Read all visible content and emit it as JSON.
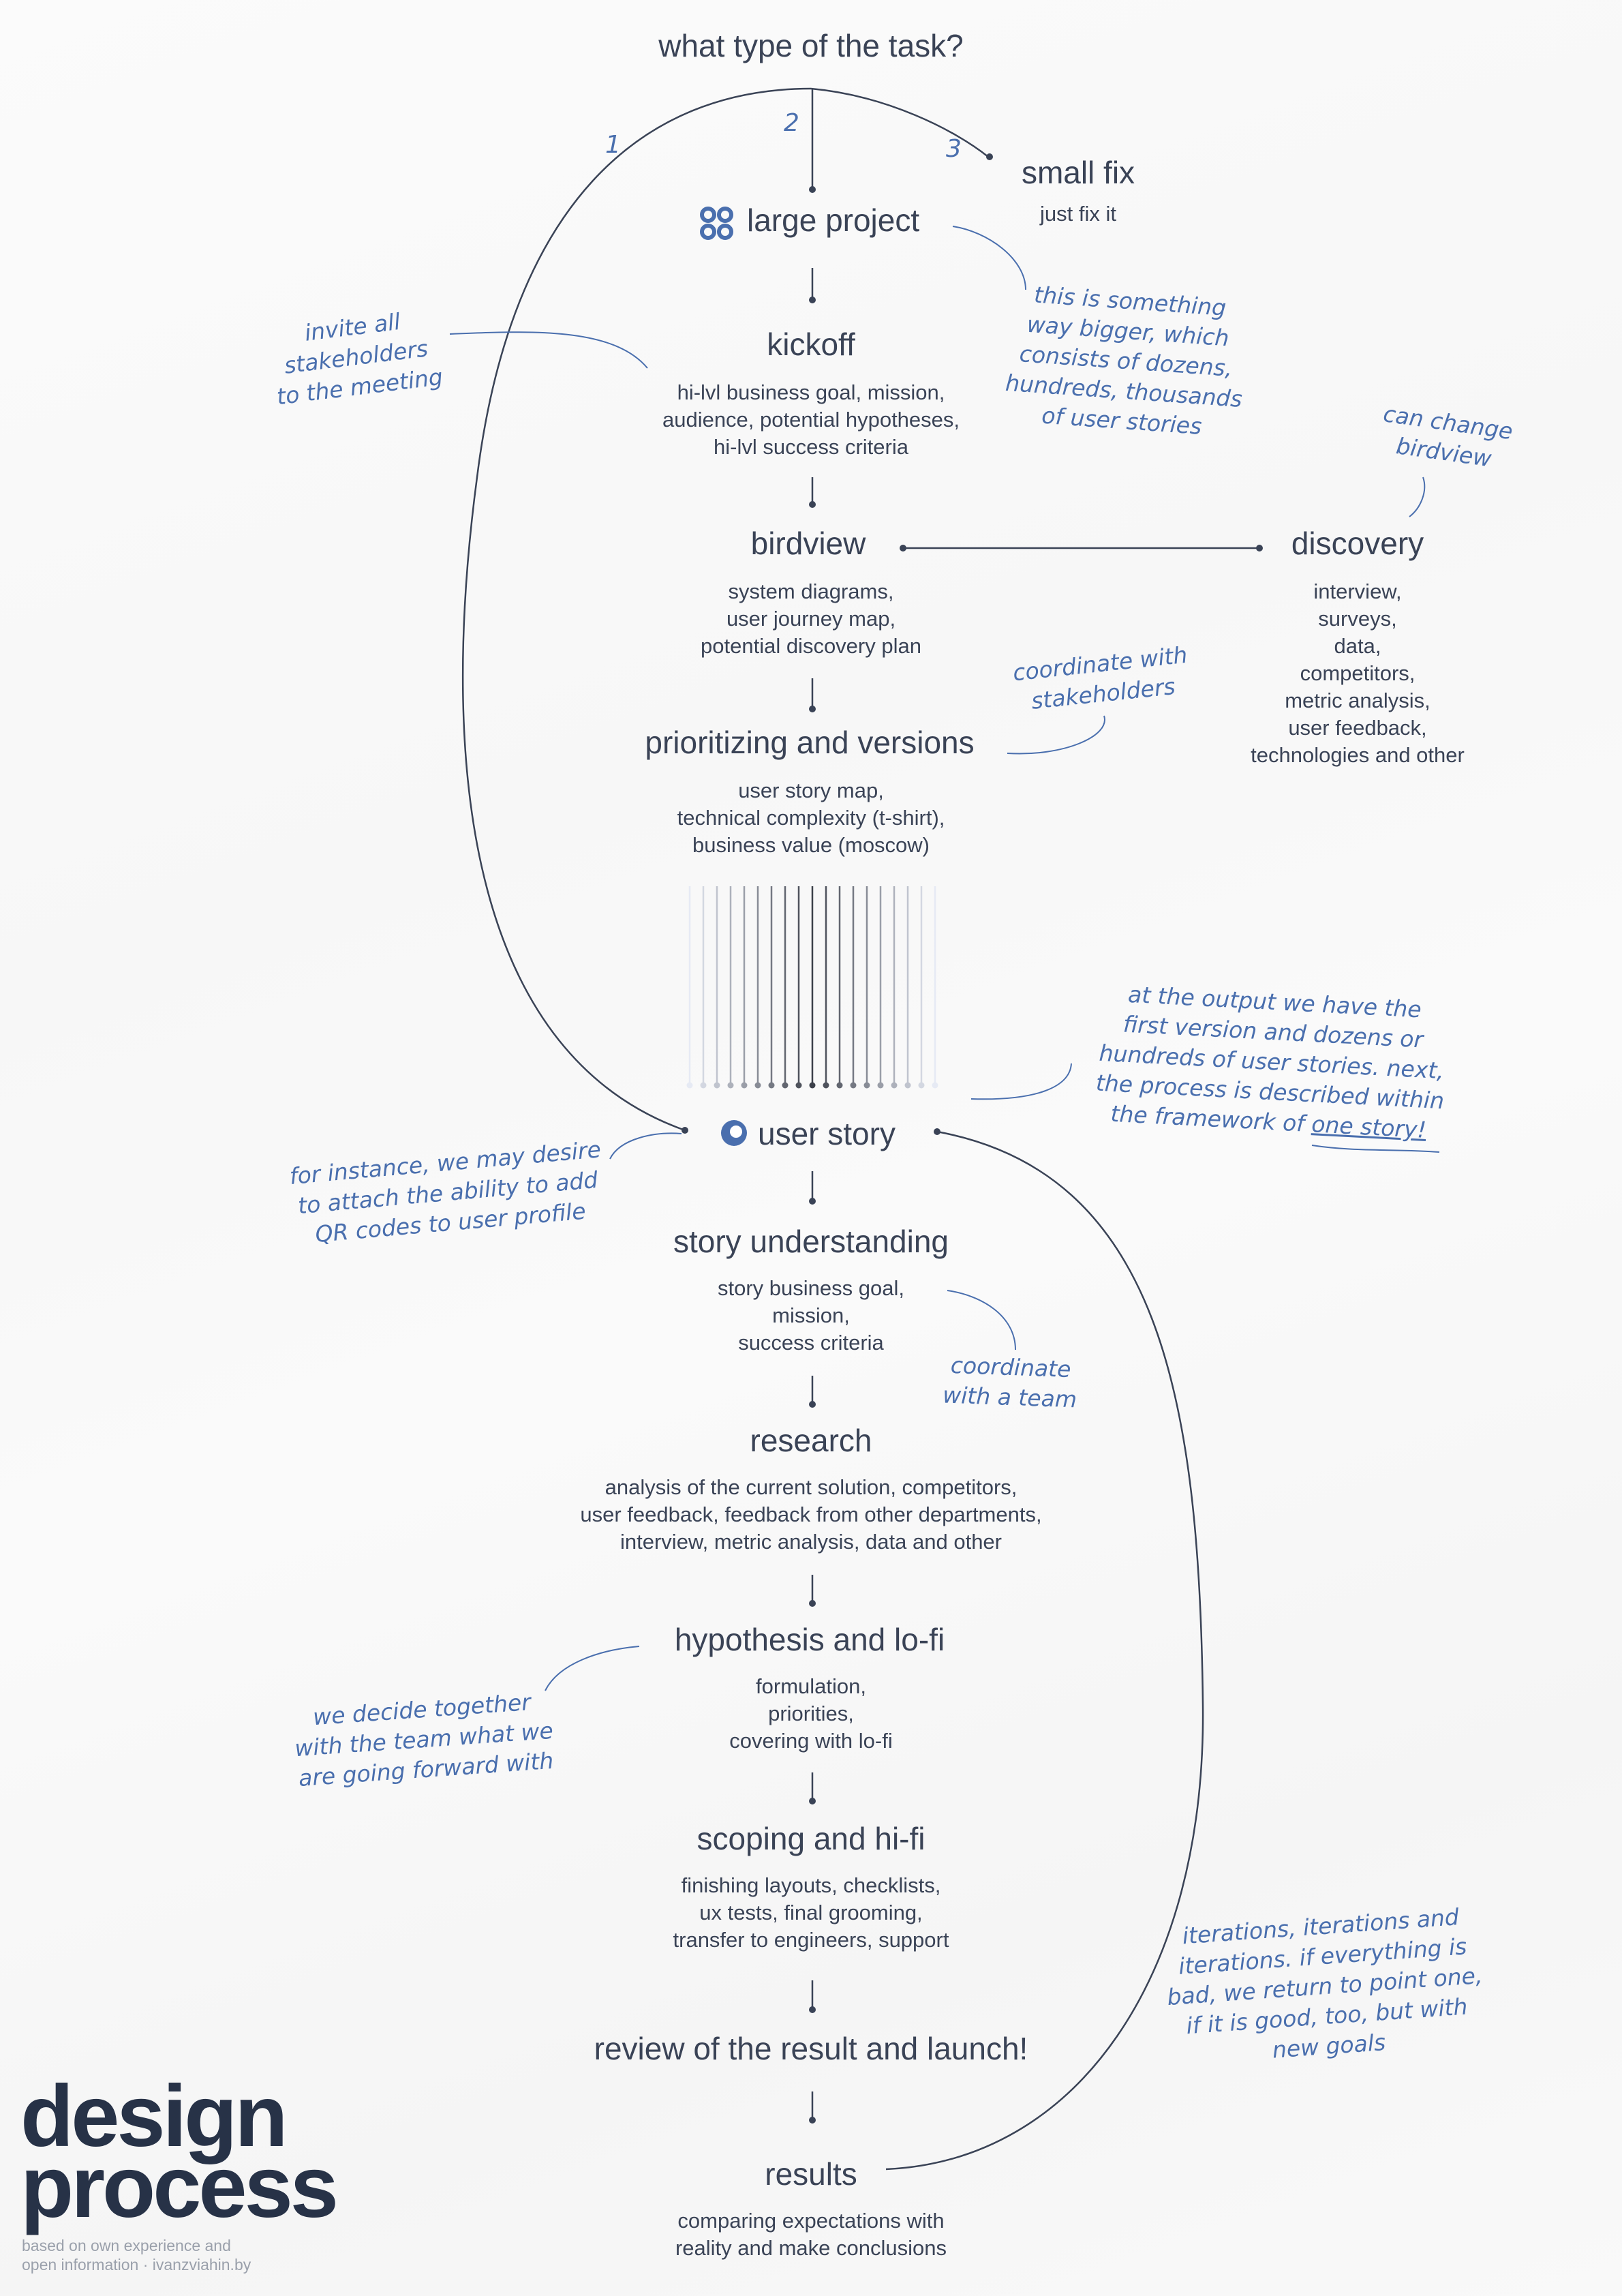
{
  "question": "what type of the task?",
  "branch_numbers": [
    "1",
    "2",
    "3"
  ],
  "small_fix": {
    "title": "small fix",
    "desc": "just fix it"
  },
  "large_project": {
    "title": "large project",
    "icon": "four-circles-icon"
  },
  "steps_top": [
    {
      "title": "kickoff",
      "lines": [
        "hi-lvl business goal, mission,",
        "audience, potential hypotheses,",
        "hi-lvl success criteria"
      ]
    },
    {
      "title": "birdview",
      "lines": [
        "system diagrams,",
        "user journey map,",
        "potential discovery plan"
      ]
    },
    {
      "title": "prioritizing and versions",
      "lines": [
        "user story map,",
        "technical complexity (t-shirt),",
        "business value (moscow)"
      ]
    }
  ],
  "discovery": {
    "title": "discovery",
    "lines": [
      "interview,",
      "surveys,",
      "data,",
      "competitors,",
      "metric analysis,",
      "user feedback,",
      "technologies and other"
    ]
  },
  "user_story": {
    "title": "user story",
    "icon": "user-story-ring-icon"
  },
  "steps_bottom": [
    {
      "title": "story understanding",
      "lines": [
        "story business goal,",
        "mission,",
        "success criteria"
      ]
    },
    {
      "title": "research",
      "lines": [
        "analysis of the current solution, competitors,",
        "user feedback, feedback from other departments,",
        "interview, metric analysis, data and other"
      ]
    },
    {
      "title": "hypothesis and lo-fi",
      "lines": [
        "formulation,",
        "priorities,",
        "covering with lo-fi"
      ]
    },
    {
      "title": "scoping and hi-fi",
      "lines": [
        "finishing layouts, checklists,",
        "ux tests, final grooming,",
        "transfer to engineers, support"
      ]
    },
    {
      "title": "review of the result and launch!",
      "lines": []
    },
    {
      "title": "results",
      "lines": [
        "comparing expectations with",
        "reality and make conclusions"
      ]
    }
  ],
  "notes": {
    "invite": [
      "invite all",
      "stakeholders",
      "to the meeting"
    ],
    "bigger": [
      "this is something",
      "way bigger, which",
      "consists of dozens,",
      "hundreds, thousands",
      "of user stories"
    ],
    "can_change": [
      "can change",
      "birdview"
    ],
    "coordinate_stakeholders": [
      "coordinate with",
      "stakeholders"
    ],
    "output": [
      "at the output we have the",
      "first version and dozens or",
      "hundreds of user stories. next,",
      "the process is described within"
    ],
    "output_last_prefix": "the framework of ",
    "output_last_underlined": "one story!",
    "for_instance": [
      "for instance, we may desire",
      "to attach the ability to add",
      "QR codes to user profile"
    ],
    "coordinate_team": [
      "coordinate",
      "with a team"
    ],
    "decide": [
      "we decide together",
      "with the team what we",
      "are going forward with"
    ],
    "iterations": [
      "iterations, iterations and",
      "iterations. if everything is",
      "bad, we return to point one,",
      "if it is good, too, but with",
      "new goals"
    ]
  },
  "brand": {
    "line1": "design",
    "line2": "process",
    "credits1": "based on own experience and",
    "credits2": "open information · ivanzviahin.by"
  },
  "colors": {
    "text": "#3a4356",
    "note": "#4a6fae",
    "brand": "#273247",
    "line": "#3a4356"
  }
}
